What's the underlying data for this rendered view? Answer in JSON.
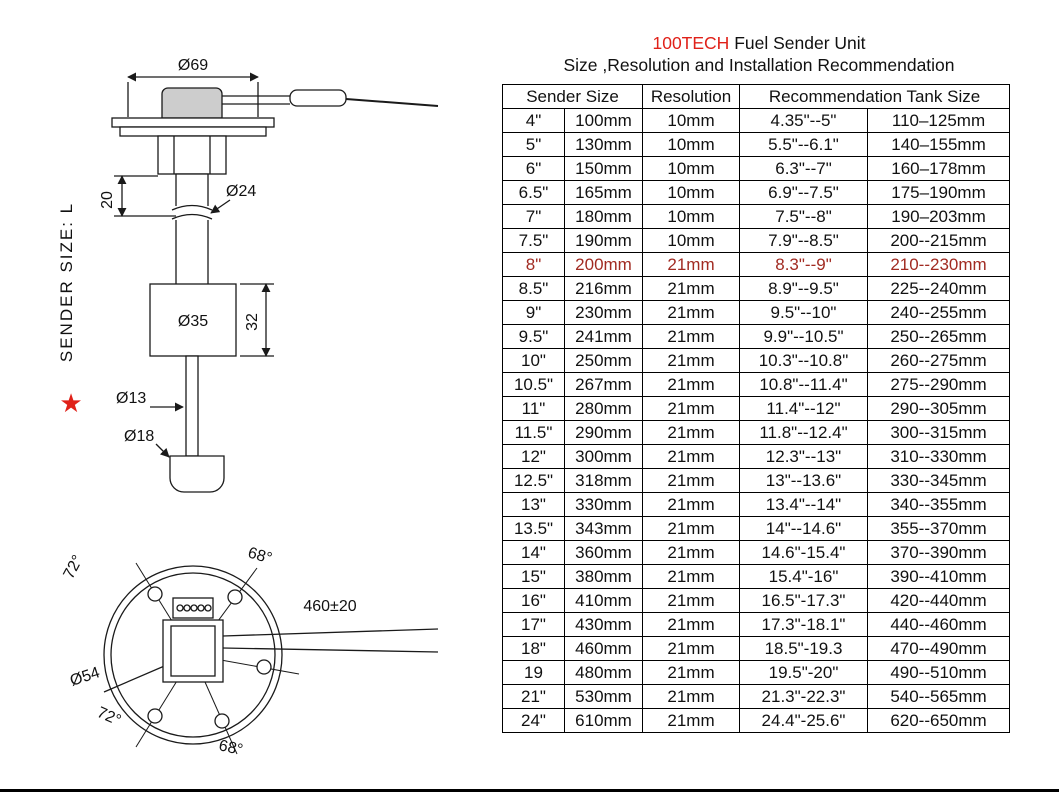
{
  "title": {
    "brand": "100TECH",
    "rest": " Fuel Sender Unit",
    "subtitle": "Size ,Resolution and Installation Recommendation"
  },
  "colors": {
    "brand_red": "#e02119",
    "highlight_red": "#a12b22",
    "ink": "#111111"
  },
  "table": {
    "headers": [
      "Sender Size",
      "Resolution",
      "Recommendation Tank Size"
    ],
    "highlight_row": 6,
    "rows": [
      [
        "4\"",
        "100mm",
        "10mm",
        "4.35\"--5\"",
        "110–125mm"
      ],
      [
        "5\"",
        "130mm",
        "10mm",
        "5.5\"--6.1\"",
        "140–155mm"
      ],
      [
        "6\"",
        "150mm",
        "10mm",
        "6.3\"--7\"",
        "160–178mm"
      ],
      [
        "6.5\"",
        "165mm",
        "10mm",
        "6.9\"--7.5\"",
        "175–190mm"
      ],
      [
        "7\"",
        "180mm",
        "10mm",
        "7.5\"--8\"",
        "190–203mm"
      ],
      [
        "7.5\"",
        "190mm",
        "10mm",
        "7.9\"--8.5\"",
        "200--215mm"
      ],
      [
        "8\"",
        "200mm",
        "21mm",
        "8.3\"--9\"",
        "210--230mm"
      ],
      [
        "8.5\"",
        "216mm",
        "21mm",
        "8.9\"--9.5\"",
        "225--240mm"
      ],
      [
        "9\"",
        "230mm",
        "21mm",
        "9.5\"--10\"",
        "240--255mm"
      ],
      [
        "9.5\"",
        "241mm",
        "21mm",
        "9.9\"--10.5\"",
        "250--265mm"
      ],
      [
        "10\"",
        "250mm",
        "21mm",
        "10.3\"--10.8\"",
        "260--275mm"
      ],
      [
        "10.5\"",
        "267mm",
        "21mm",
        "10.8\"--11.4\"",
        "275--290mm"
      ],
      [
        "11\"",
        "280mm",
        "21mm",
        "11.4\"--12\"",
        "290--305mm"
      ],
      [
        "11.5\"",
        "290mm",
        "21mm",
        "11.8\"--12.4\"",
        "300--315mm"
      ],
      [
        "12\"",
        "300mm",
        "21mm",
        "12.3\"--13\"",
        "310--330mm"
      ],
      [
        "12.5\"",
        "318mm",
        "21mm",
        "13\"--13.6\"",
        "330--345mm"
      ],
      [
        "13\"",
        "330mm",
        "21mm",
        "13.4\"--14\"",
        "340--355mm"
      ],
      [
        "13.5\"",
        "343mm",
        "21mm",
        "14\"--14.6\"",
        "355--370mm"
      ],
      [
        "14\"",
        "360mm",
        "21mm",
        "14.6\"-15.4\"",
        "370--390mm"
      ],
      [
        "15\"",
        "380mm",
        "21mm",
        "15.4\"-16\"",
        "390--410mm"
      ],
      [
        "16\"",
        "410mm",
        "21mm",
        "16.5\"-17.3\"",
        "420--440mm"
      ],
      [
        "17\"",
        "430mm",
        "21mm",
        "17.3\"-18.1\"",
        "440--460mm"
      ],
      [
        "18\"",
        "460mm",
        "21mm",
        "18.5\"-19.3",
        "470--490mm"
      ],
      [
        "19",
        "480mm",
        "21mm",
        "19.5\"-20\"",
        "490--510mm"
      ],
      [
        "21\"",
        "530mm",
        "21mm",
        "21.3\"-22.3\"",
        "540--565mm"
      ],
      [
        "24\"",
        "610mm",
        "21mm",
        "24.4\"-25.6\"",
        "620--650mm"
      ]
    ]
  },
  "drawing": {
    "side_view": {
      "flange_diameter": "Ø69",
      "shaft_diameter": "Ø24",
      "offset_dim": "20",
      "float_diameter": "Ø35",
      "float_height": "32",
      "rod_diameter": "Ø13",
      "tube_diameter": "Ø18",
      "axis_label": "SENDER SIZE:  L"
    },
    "bottom_view": {
      "angle_top_right": "68°",
      "angle_top_left": "72°",
      "angle_bottom_left": "72°",
      "angle_bottom": "68°",
      "bolt_circle_diameter": "Ø54",
      "cable_length": "460±20"
    },
    "star_icon": "★"
  }
}
